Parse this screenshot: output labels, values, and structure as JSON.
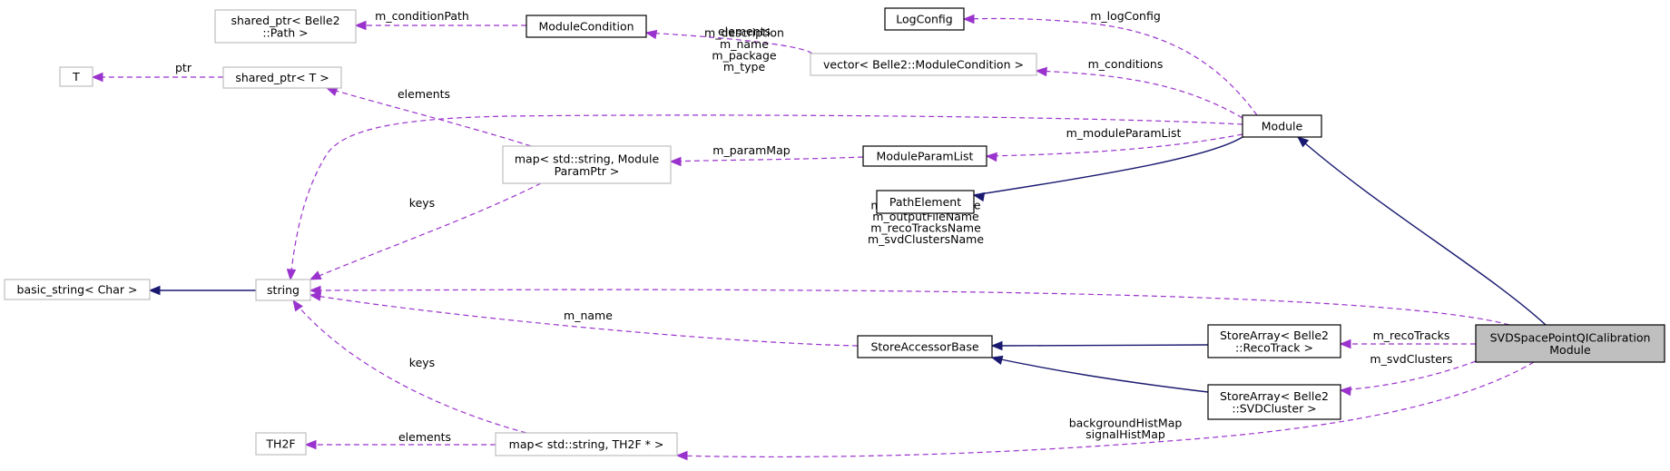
{
  "nodes": {
    "shared_ptr_path": {
      "lines": [
        "shared_ptr< Belle2",
        "::Path >"
      ],
      "style": "grey"
    },
    "module_condition": {
      "lines": [
        "ModuleCondition"
      ],
      "style": "solid"
    },
    "log_config": {
      "lines": [
        "LogConfig"
      ],
      "style": "solid"
    },
    "t": {
      "lines": [
        "T"
      ],
      "style": "grey"
    },
    "shared_ptr_t": {
      "lines": [
        "shared_ptr< T >"
      ],
      "style": "grey"
    },
    "vector_module_condition": {
      "lines": [
        "vector< Belle2::ModuleCondition >"
      ],
      "style": "grey"
    },
    "module": {
      "lines": [
        "Module"
      ],
      "style": "solid"
    },
    "map_module_param": {
      "lines": [
        "map< std::string, Module",
        "ParamPtr >"
      ],
      "style": "grey"
    },
    "module_param_list": {
      "lines": [
        "ModuleParamList"
      ],
      "style": "solid"
    },
    "path_element": {
      "lines": [
        "PathElement"
      ],
      "style": "solid"
    },
    "basic_string": {
      "lines": [
        "basic_string< Char >"
      ],
      "style": "grey"
    },
    "string": {
      "lines": [
        "string"
      ],
      "style": "grey"
    },
    "store_accessor_base": {
      "lines": [
        "StoreAccessorBase"
      ],
      "style": "solid"
    },
    "store_array_reco": {
      "lines": [
        "StoreArray< Belle2",
        "::RecoTrack >"
      ],
      "style": "solid"
    },
    "svd_calibration": {
      "lines": [
        "SVDSpacePointQICalibration",
        "Module"
      ],
      "style": "focus"
    },
    "store_array_svd": {
      "lines": [
        "StoreArray< Belle2",
        "::SVDCluster >"
      ],
      "style": "solid"
    },
    "th2f": {
      "lines": [
        "TH2F"
      ],
      "style": "grey"
    },
    "map_th2f": {
      "lines": [
        "map< std::string, TH2F * >"
      ],
      "style": "grey"
    }
  },
  "edges": {
    "condition_path": {
      "kind": "use",
      "labels": [
        "m_conditionPath"
      ]
    },
    "log_config": {
      "kind": "use",
      "labels": [
        "m_logConfig"
      ]
    },
    "vector_elements": {
      "kind": "use",
      "labels": [
        "elements"
      ]
    },
    "ptr": {
      "kind": "use",
      "labels": [
        "ptr"
      ]
    },
    "shared_ptr_elements": {
      "kind": "use",
      "labels": [
        "elements"
      ]
    },
    "conditions": {
      "kind": "use",
      "labels": [
        "m_conditions"
      ]
    },
    "module_strings": {
      "kind": "use",
      "labels": [
        "m_description",
        "m_name",
        "m_package",
        "m_type"
      ]
    },
    "param_map": {
      "kind": "use",
      "labels": [
        "m_paramMap"
      ]
    },
    "module_param_list": {
      "kind": "use",
      "labels": [
        "m_moduleParamList"
      ]
    },
    "module_path_element": {
      "kind": "inherit",
      "labels": []
    },
    "map_keys": {
      "kind": "use",
      "labels": [
        "keys"
      ]
    },
    "basic_string_string": {
      "kind": "inherit",
      "labels": []
    },
    "calibration_strings": {
      "kind": "use",
      "labels": [
        "m_nameOfInstance",
        "m_outputFileName",
        "m_recoTracksName",
        "m_svdClustersName"
      ]
    },
    "accessor_name": {
      "kind": "use",
      "labels": [
        "m_name"
      ]
    },
    "reco_inherit": {
      "kind": "inherit",
      "labels": []
    },
    "reco_tracks": {
      "kind": "use",
      "labels": [
        "m_recoTracks"
      ]
    },
    "svd_inherit": {
      "kind": "inherit",
      "labels": []
    },
    "svd_clusters": {
      "kind": "use",
      "labels": [
        "m_svdClusters"
      ]
    },
    "calibration_module": {
      "kind": "inherit",
      "labels": []
    },
    "th2f_keys": {
      "kind": "use",
      "labels": [
        "keys"
      ]
    },
    "th2f_elements": {
      "kind": "use",
      "labels": [
        "elements"
      ]
    },
    "hist_maps": {
      "kind": "use",
      "labels": [
        "backgroundHistMap",
        "signalHistMap"
      ]
    }
  },
  "colors": {
    "inherit_edge": "#191970",
    "use_edge": "#9a32cd",
    "grey_border": "#bfbfbf",
    "focus_fill": "#bfbfbf"
  }
}
